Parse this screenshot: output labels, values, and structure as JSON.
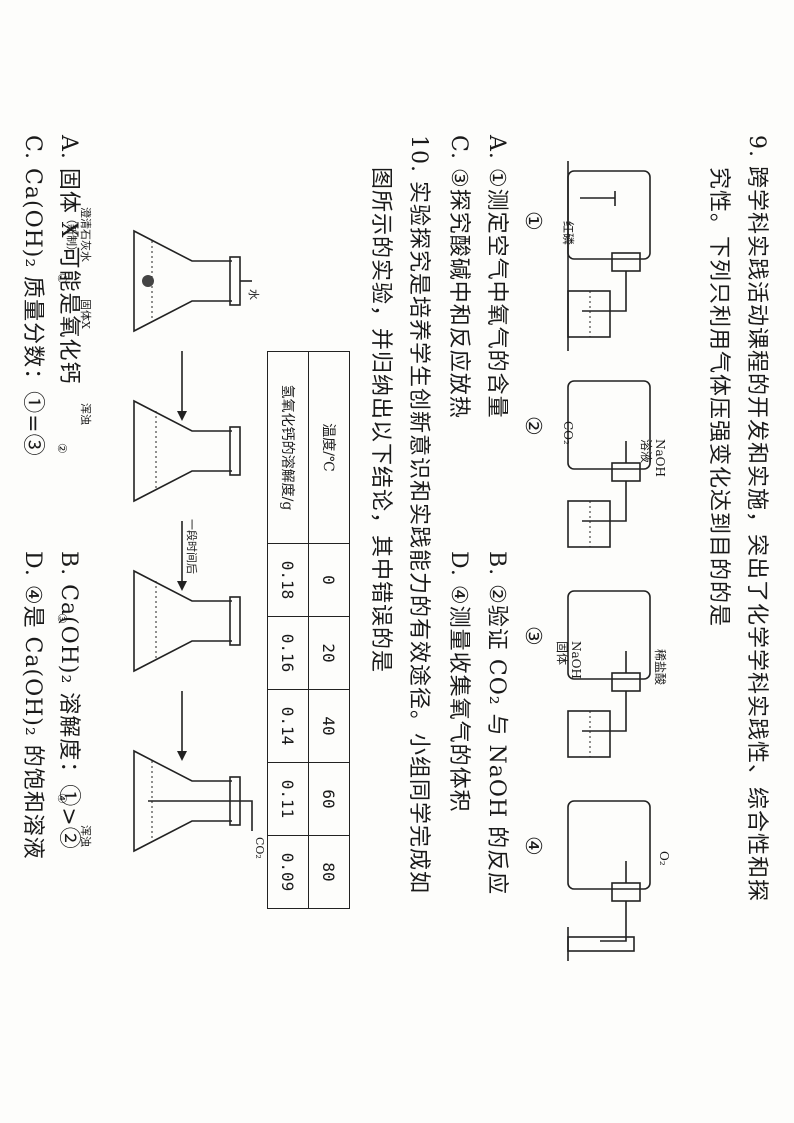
{
  "q9": {
    "line1": "9. 跨学科实践活动课程的开发和实施，突出了化学学科实践性、综合性和探",
    "line2": "究性。下列只利用气体压强变化达到目的的是",
    "apparatus": [
      {
        "num": "①",
        "labels": [
          "红磷"
        ]
      },
      {
        "num": "②",
        "labels": [
          "NaOH",
          "溶液",
          "CO₂"
        ]
      },
      {
        "num": "③",
        "labels": [
          "稀盐酸",
          "NaOH",
          "固体"
        ]
      },
      {
        "num": "④",
        "labels": [
          "O₂"
        ]
      }
    ],
    "options": {
      "A": "A. ①测定空气中氧气的含量",
      "B": "B. ②验证 CO₂ 与 NaOH 的反应",
      "C": "C. ③探究酸碱中和反应放热",
      "D": "D. ④测量收集氧气的体积"
    }
  },
  "q10": {
    "line1": "10. 实验探究是培养学生创新意识和实践能力的有效途径。小组同学完成如",
    "line2": "图所示的实验，并归纳出以下结论，其中错误的是",
    "table": {
      "header_temp": "温度/℃",
      "header_sol": "氢氧化钙的溶解度/g",
      "temps": [
        "0",
        "20",
        "40",
        "60",
        "80"
      ],
      "solubility": [
        "0.18",
        "0.16",
        "0.14",
        "0.11",
        "0.09"
      ]
    },
    "figure": {
      "water": "水",
      "limewater": "澄清石灰水",
      "fresh": "（新制）",
      "solid_x": "固体X",
      "turbid": "浑浊",
      "after_time": "一段时间后",
      "co2": "CO₂",
      "nums": [
        "①",
        "②",
        "③",
        "④"
      ]
    },
    "options": {
      "A": "A. 固体 X 可能是氧化钙",
      "B": "B. Ca(OH)₂ 溶解度：①>②",
      "C": "C. Ca(OH)₂ 质量分数：①=③",
      "D": "D. ④是 Ca(OH)₂ 的饱和溶液"
    }
  }
}
